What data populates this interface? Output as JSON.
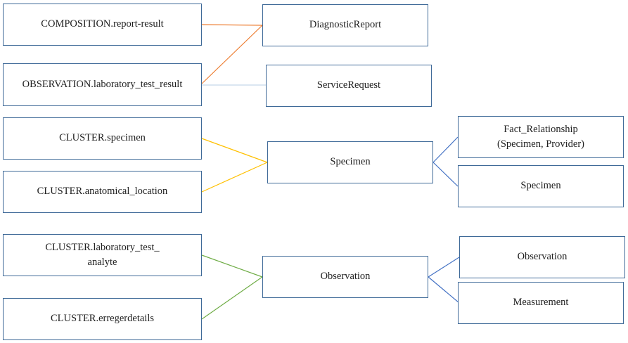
{
  "colors": {
    "box_border": "#3f6a98",
    "edge_orange": "#ed7d31",
    "edge_lightblue": "#c5d8ea",
    "edge_yellow": "#ffc000",
    "edge_green": "#70ad47",
    "edge_blue": "#4472c4"
  },
  "nodes": {
    "composition_report_result": "COMPOSITION.report-result",
    "observation_lab_test_result": "OBSERVATION.laboratory_test_result",
    "diagnostic_report": "DiagnosticReport",
    "service_request": "ServiceRequest",
    "cluster_specimen": "CLUSTER.specimen",
    "cluster_anatomical_location": "CLUSTER.anatomical_location",
    "specimen_fhir": "Specimen",
    "fact_relationship": "Fact_Relationship\n(Specimen, Provider)",
    "specimen_omop": "Specimen",
    "cluster_lab_test_analyte": "CLUSTER.laboratory_test_\nanalyte",
    "cluster_erregerdetails": "CLUSTER.erregerdetails",
    "observation_fhir": "Observation",
    "observation_omop": "Observation",
    "measurement": "Measurement"
  }
}
